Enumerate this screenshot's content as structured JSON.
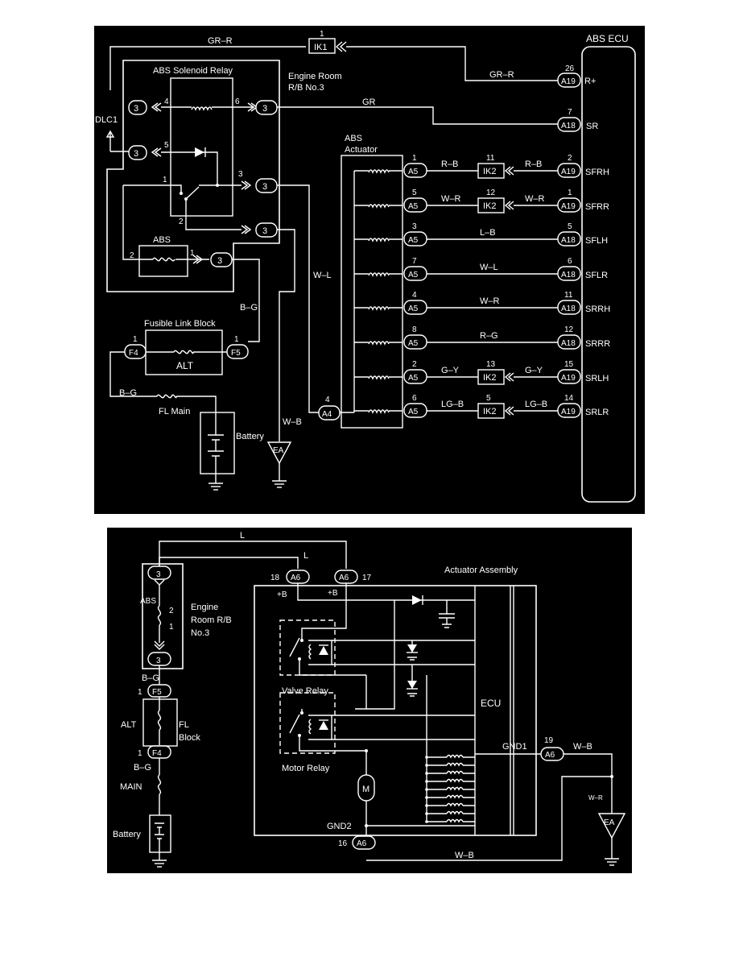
{
  "diagram1": {
    "abs_ecu": "ABS ECU",
    "solenoid_relay": "ABS Solenoid Relay",
    "engine_room_rb": [
      "Engine Room",
      "R/B No.3"
    ],
    "abs_actuator": [
      "ABS",
      "Actuator"
    ],
    "dlc1": "DLC1",
    "abs_fuse": "ABS",
    "fusible_link_block": "Fusible Link Block",
    "alt": "ALT",
    "fl_main": "FL Main",
    "battery": "Battery",
    "ground_ea": "EA",
    "conn": {
      "ik1": "IK1",
      "ik2": "IK2",
      "a19": "A19",
      "a18": "A18",
      "a5": "A5",
      "a4": "A4",
      "f4": "F4",
      "f5": "F5",
      "three": "3"
    },
    "top_wire": {
      "pin": "1",
      "color_left": "GR–R",
      "color_right": "GR–R",
      "ecu_pin": "26",
      "ecu_conn": "A19",
      "signal": "R+"
    },
    "sr_wire": {
      "color": "GR",
      "ecu_pin": "7",
      "ecu_conn": "A18",
      "signal": "SR"
    },
    "relay_pins": {
      "p4": "4",
      "p6": "6",
      "p5": "5",
      "p1": "1",
      "p3": "3",
      "p2": "2"
    },
    "abs_fuse_pins": {
      "p2": "2",
      "p1": "1"
    },
    "fusible_pins": {
      "f4": "1",
      "f5": "1"
    },
    "wire_labels": {
      "wl": "W–L",
      "bg1": "B–G",
      "bg2": "B–G",
      "wb": "W–B"
    },
    "a4_pin": "4",
    "rows": [
      {
        "a5_pin": "1",
        "c1": "R–B",
        "ik2_pin": "11",
        "c2": "R–B",
        "ecu_pin": "2",
        "ecu_conn": "A19",
        "signal": "SFRH"
      },
      {
        "a5_pin": "5",
        "c1": "W–R",
        "ik2_pin": "12",
        "c2": "W–R",
        "ecu_pin": "1",
        "ecu_conn": "A19",
        "signal": "SFRR"
      },
      {
        "a5_pin": "3",
        "c1": "L–B",
        "ik2_pin": "",
        "c2": "",
        "ecu_pin": "5",
        "ecu_conn": "A18",
        "signal": "SFLH"
      },
      {
        "a5_pin": "7",
        "c1": "W–L",
        "ik2_pin": "",
        "c2": "",
        "ecu_pin": "6",
        "ecu_conn": "A18",
        "signal": "SFLR"
      },
      {
        "a5_pin": "4",
        "c1": "W–R",
        "ik2_pin": "",
        "c2": "",
        "ecu_pin": "11",
        "ecu_conn": "A18",
        "signal": "SRRH"
      },
      {
        "a5_pin": "8",
        "c1": "R–G",
        "ik2_pin": "",
        "c2": "",
        "ecu_pin": "12",
        "ecu_conn": "A18",
        "signal": "SRRR"
      },
      {
        "a5_pin": "2",
        "c1": "G–Y",
        "ik2_pin": "13",
        "c2": "G–Y",
        "ecu_pin": "15",
        "ecu_conn": "A19",
        "signal": "SRLH"
      },
      {
        "a5_pin": "6",
        "c1": "LG–B",
        "ik2_pin": "5",
        "c2": "LG–B",
        "ecu_pin": "14",
        "ecu_conn": "A19",
        "signal": "SRLR"
      }
    ]
  },
  "diagram2": {
    "top_l": "L",
    "mid_l": "L",
    "actuator_assembly": "Actuator Assembly",
    "a6": "A6",
    "pin18": "18",
    "pin17": "17",
    "pin19": "19",
    "pin16": "16",
    "plus_b1": "+B",
    "plus_b2": "+B",
    "conn_3": "3",
    "abs": "ABS",
    "abs_pin2": "2",
    "abs_pin1": "1",
    "engine_room": [
      "Engine",
      "Room R/B",
      "No.3"
    ],
    "bg_top": "B–G",
    "f5": "F5",
    "f5_pin": "1",
    "alt": "ALT",
    "fl_block": [
      "FL",
      "Block"
    ],
    "f4": "F4",
    "f4_pin": "1",
    "bg_bottom": "B–G",
    "main": "MAIN",
    "battery": "Battery",
    "valve_relay": "Valve Relay",
    "motor_relay": "Motor Relay",
    "ecu": "ECU",
    "gnd1": "GND1",
    "gnd2": "GND2",
    "motor": "M",
    "wb_top": "W–B",
    "wr_small": "W–R",
    "wb_bottom": "W–B",
    "ground_ea": "EA"
  }
}
